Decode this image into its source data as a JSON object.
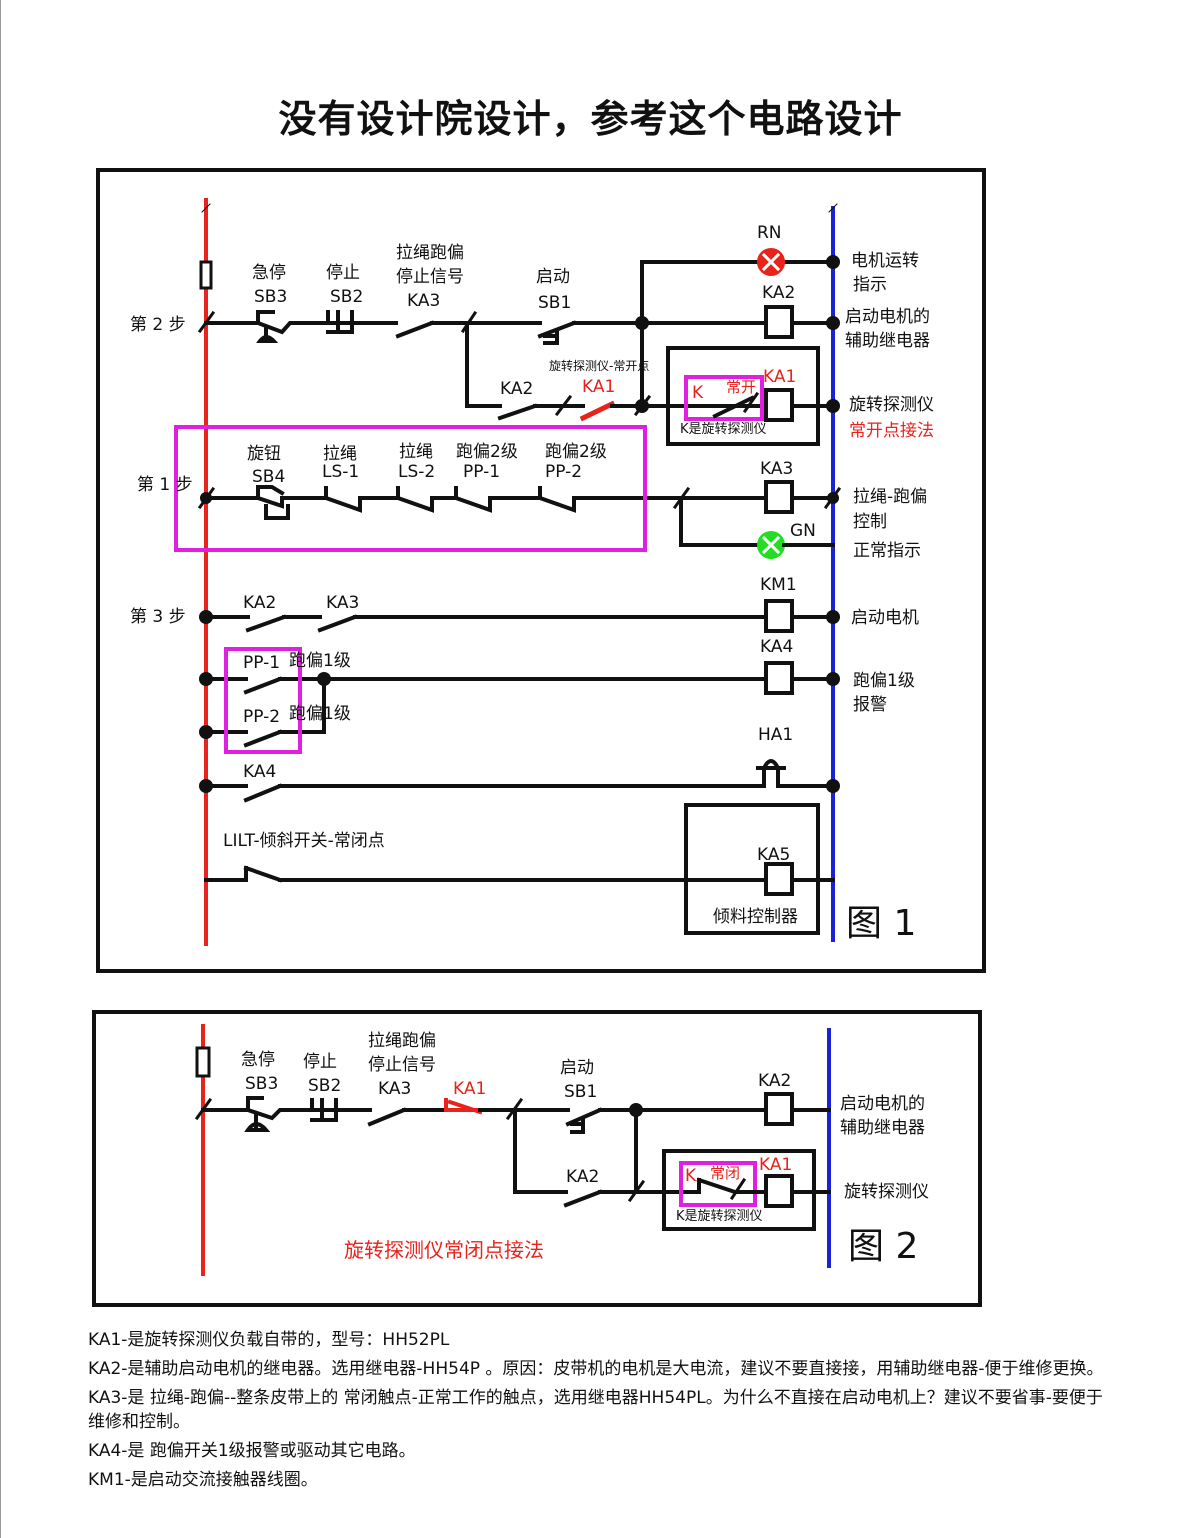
{
  "title": "没有设计院设计，参考这个电路设计",
  "fig1": {
    "caption": "图 1",
    "steps": {
      "s2": "第 2 步",
      "s1": "第 1 步",
      "s3": "第 3 步"
    },
    "row1": {
      "sb3_top": "急停",
      "sb3": "SB3",
      "sb2_top": "停止",
      "sb2": "SB2",
      "ka3_top1": "拉绳跑偏",
      "ka3_top2": "停止信号",
      "ka3": "KA3",
      "sb1_top": "启动",
      "sb1": "SB1",
      "rn": "RN",
      "ka2": "KA2",
      "right_rn1": "电机运转",
      "right_rn2": "指示",
      "right_ka2_1": "启动电机的",
      "right_ka2_2": "辅助继电器"
    },
    "row2": {
      "ka2": "KA2",
      "ka1": "KA1",
      "note": "旋转探测仪-常开点",
      "k": "K",
      "open": "常开",
      "coil": "KA1",
      "box_label": "K是旋转探测仪",
      "right1": "旋转探测仪",
      "right2": "常开点接法"
    },
    "row3": {
      "sb4_top": "旋钮",
      "sb4": "SB4",
      "ls1_top": "拉绳",
      "ls1": "LS-1",
      "ls2_top": "拉绳",
      "ls2": "LS-2",
      "pp1_top": "跑偏2级",
      "pp1": "PP-1",
      "pp2_top": "跑偏2级",
      "pp2": "PP-2",
      "ka3": "KA3",
      "gn": "GN",
      "right1": "拉绳-跑偏",
      "right2": "控制",
      "right3": "正常指示"
    },
    "row4": {
      "ka2": "KA2",
      "ka3": "KA3",
      "km1": "KM1",
      "right": "启动电机"
    },
    "row5": {
      "pp1": "PP-1",
      "pp1_note": "跑偏1级",
      "pp2": "PP-2",
      "pp2_note": "跑偏1级",
      "ka4": "KA4",
      "right1": "跑偏1级",
      "right2": "报警"
    },
    "row6": {
      "ka4": "KA4",
      "ha1": "HA1"
    },
    "row7": {
      "lilt": "LILT-倾斜开关-常闭点",
      "ka5": "KA5",
      "controller": "倾料控制器"
    }
  },
  "fig2": {
    "caption": "图 2",
    "sb3_top": "急停",
    "sb3": "SB3",
    "sb2_top": "停止",
    "sb2": "SB2",
    "ka3_top1": "拉绳跑偏",
    "ka3_top2": "停止信号",
    "ka3": "KA3",
    "ka1": "KA1",
    "sb1_top": "启动",
    "sb1": "SB1",
    "ka2": "KA2",
    "right_ka2_1": "启动电机的",
    "right_ka2_2": "辅助继电器",
    "ka2_b": "KA2",
    "k": "K",
    "closed": "常闭",
    "coil": "KA1",
    "box_label": "K是旋转探测仪",
    "right_det": "旋转探测仪",
    "method": "旋转探测仪常闭点接法"
  },
  "notes": [
    "KA1-是旋转探测仪负载自带的，型号：HH52PL",
    "KA2-是辅助启动电机的继电器。选用继电器-HH54P 。原因：皮带机的电机是大电流，建议不要直接接，用辅助继电器-便于维修更换。",
    "KA3-是 拉绳-跑偏--整条皮带上的 常闭触点-正常工作的触点，选用继电器HH54PL。为什么不直接在启动电机上？建议不要省事-要便于维修和控制。",
    "KA4-是 跑偏开关1级报警或驱动其它电路。",
    "KM1-是启动交流接触器线圈。"
  ],
  "colors": {
    "live": "#e8231c",
    "neutral": "#1a22d8",
    "highlight": "#e020e0",
    "lamp_red": "#e8231c",
    "lamp_green": "#22dd22",
    "text_red": "#e8231c"
  }
}
